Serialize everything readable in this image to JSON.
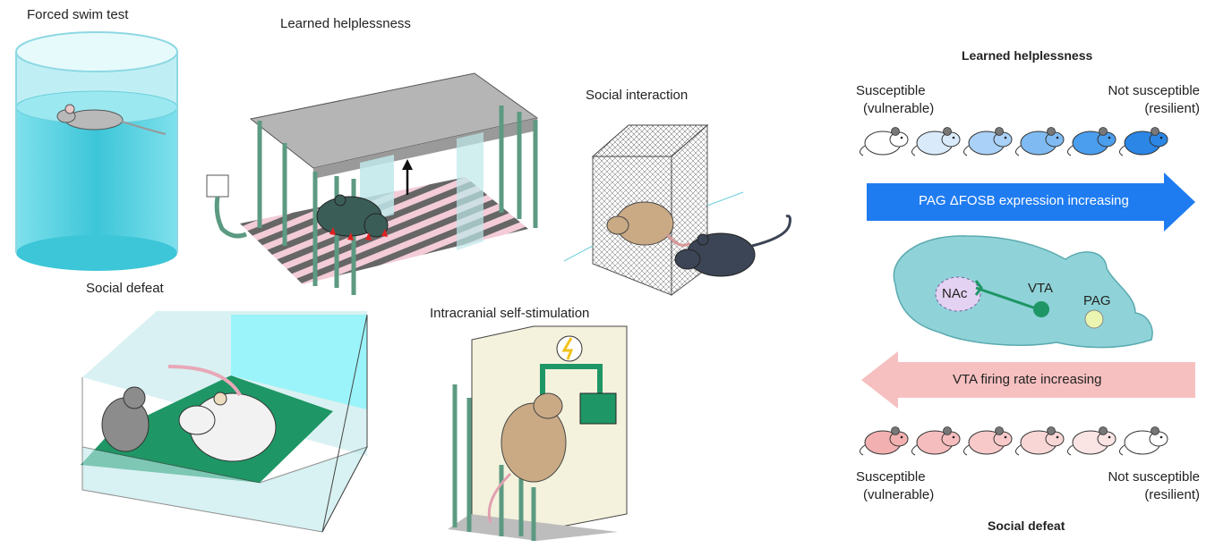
{
  "panels": {
    "forced_swim": {
      "title": "Forced swim test"
    },
    "learned_helplessness": {
      "title": "Learned helplessness"
    },
    "social_interaction": {
      "title": "Social interaction"
    },
    "social_defeat": {
      "title": "Social defeat"
    },
    "icss": {
      "title": "Intracranial self-stimulation"
    }
  },
  "right": {
    "top_heading": "Learned helplessness",
    "top_left_label": [
      "Susceptible",
      "(vulnerable)"
    ],
    "top_right_label": [
      "Not susceptible",
      "(resilient)"
    ],
    "blue_arrow_text": "PAG ΔFOSB expression increasing",
    "brain_labels": {
      "nac": "NAc",
      "vta": "VTA",
      "pag": "PAG"
    },
    "pink_arrow_text": "VTA firing rate increasing",
    "bottom_left_label": [
      "Susceptible",
      "(vulnerable)"
    ],
    "bottom_right_label": [
      "Not susceptible",
      "(resilient)"
    ],
    "bottom_heading": "Social defeat",
    "blue_mice_colors": [
      "#ffffff",
      "#d9ebfb",
      "#aad1f7",
      "#7fbbf2",
      "#4b9ded",
      "#2b86e6"
    ],
    "pink_mice_colors": [
      "#f3b0b0",
      "#f5bdbd",
      "#f7c9c9",
      "#f9d6d6",
      "#fbe4e4",
      "#ffffff"
    ]
  }
}
